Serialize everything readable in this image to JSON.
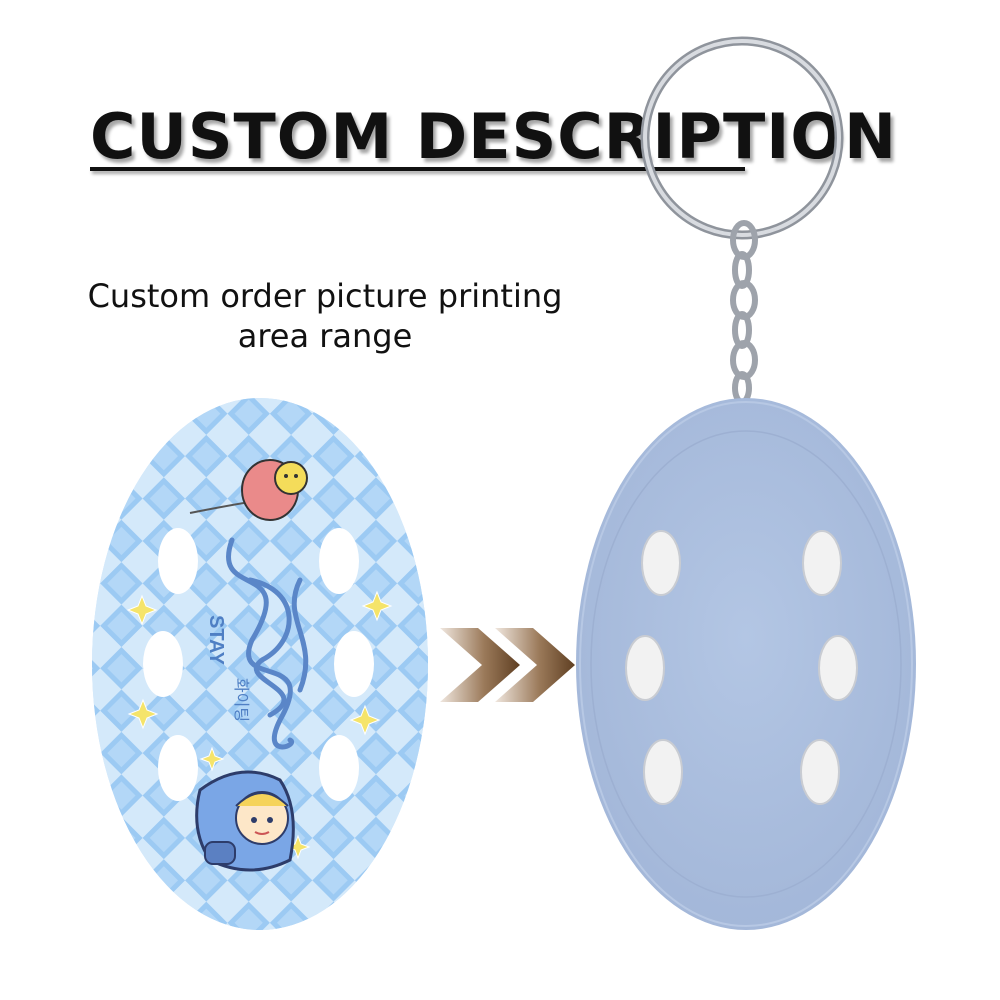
{
  "title": "CUSTOM DESCRIPTION",
  "caption": {
    "line1": "Custom order picture printing",
    "line2": "area range"
  },
  "printed_art_text": {
    "signature_word": "STAY",
    "korean_text": "화이팅"
  },
  "colors": {
    "printed_blue_light": "#cfe6fa",
    "printed_blue_dark": "#6fb0ec",
    "keychain_blue": "#a7bbdc",
    "arrow_dark": "#6b4a2b",
    "arrow_light": "#e9ddd2",
    "ring_silver": "#b9bcc2"
  },
  "icons": [
    "keyring-icon",
    "chain-icon",
    "direction-arrow-icon",
    "balloon-icon",
    "sparkle-icon",
    "character-sticker-icon"
  ]
}
